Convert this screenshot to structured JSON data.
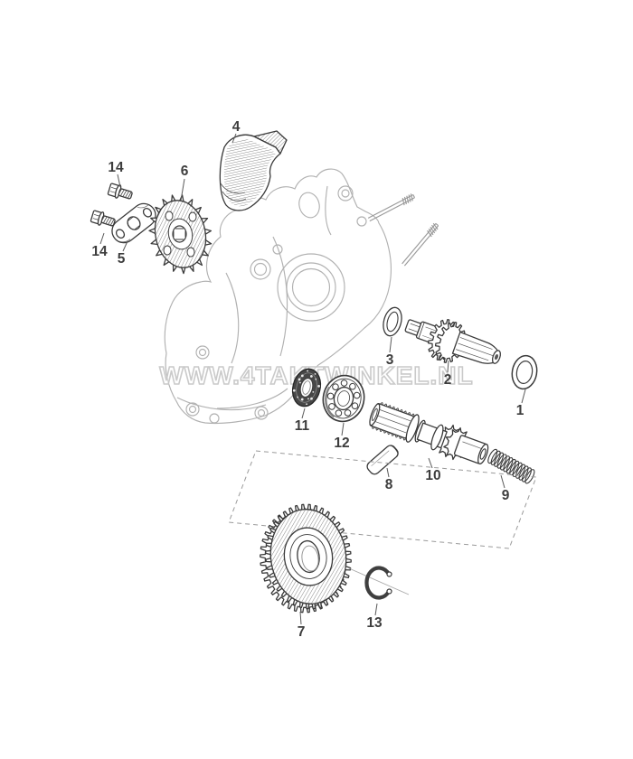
{
  "watermark": {
    "text": "WWW.4TAKTWINKEL.NL",
    "outline_color": "#c8c8c8"
  },
  "diagram": {
    "type": "exploded-parts-diagram",
    "line_color": "#3a3a3a",
    "background_color": "#ffffff",
    "faint_case_color": "#b1b1b1"
  },
  "callouts": [
    {
      "number": "14",
      "part": "flange-bolt-upper"
    },
    {
      "number": "6",
      "part": "drive-sprocket"
    },
    {
      "number": "4",
      "part": "chain-guide-plate"
    },
    {
      "number": "14",
      "part": "flange-bolt-lower"
    },
    {
      "number": "5",
      "part": "sprocket-fixing-plate"
    },
    {
      "number": "3",
      "part": "washer-small"
    },
    {
      "number": "2",
      "part": "countershaft"
    },
    {
      "number": "1",
      "part": "washer-large"
    },
    {
      "number": "11",
      "part": "oil-seal"
    },
    {
      "number": "12",
      "part": "ball-bearing"
    },
    {
      "number": "8",
      "part": "roller-pin"
    },
    {
      "number": "10",
      "part": "kickstarter-spindle"
    },
    {
      "number": "9",
      "part": "spring"
    },
    {
      "number": "7",
      "part": "kickstarter-gear"
    },
    {
      "number": "13",
      "part": "snap-ring"
    }
  ]
}
